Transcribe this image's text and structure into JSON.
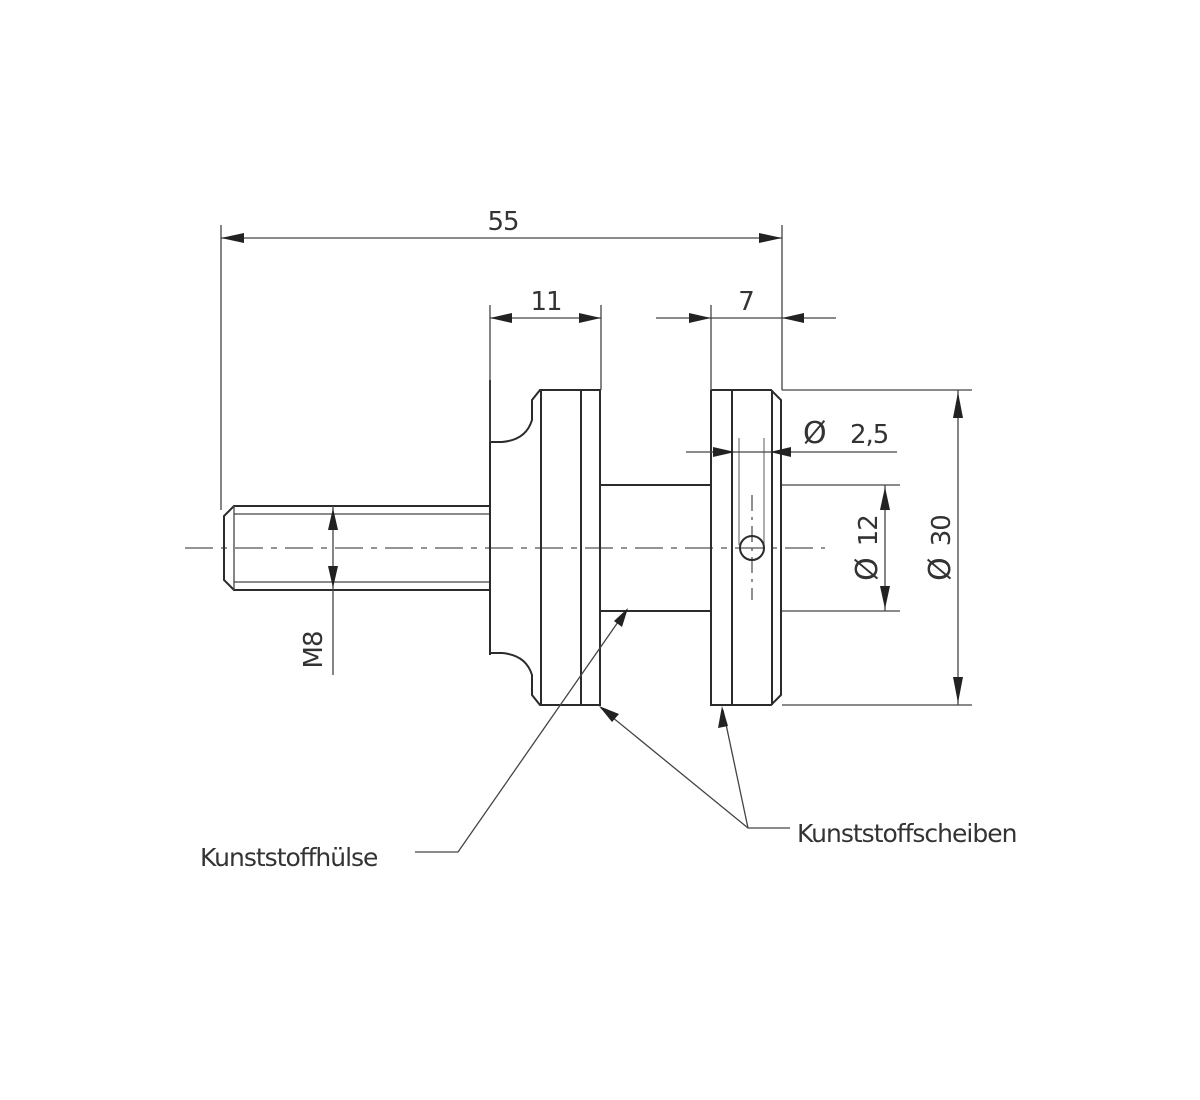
{
  "drawing": {
    "dimensions": {
      "overall_length": "55",
      "sleeve_width": "11",
      "disc_width": "7",
      "hole_diameter_symbol": "Ø",
      "hole_diameter": "2,5",
      "shaft_diameter_symbol": "Ø",
      "shaft_diameter": "12",
      "disc_diameter_symbol": "Ø",
      "disc_diameter": "30",
      "thread": "M8"
    },
    "labels": {
      "sleeve": "Kunststoffhülse",
      "discs": "Kunststoffscheiben"
    },
    "colors": {
      "line": "#2b2b2b",
      "background": "#ffffff"
    }
  }
}
